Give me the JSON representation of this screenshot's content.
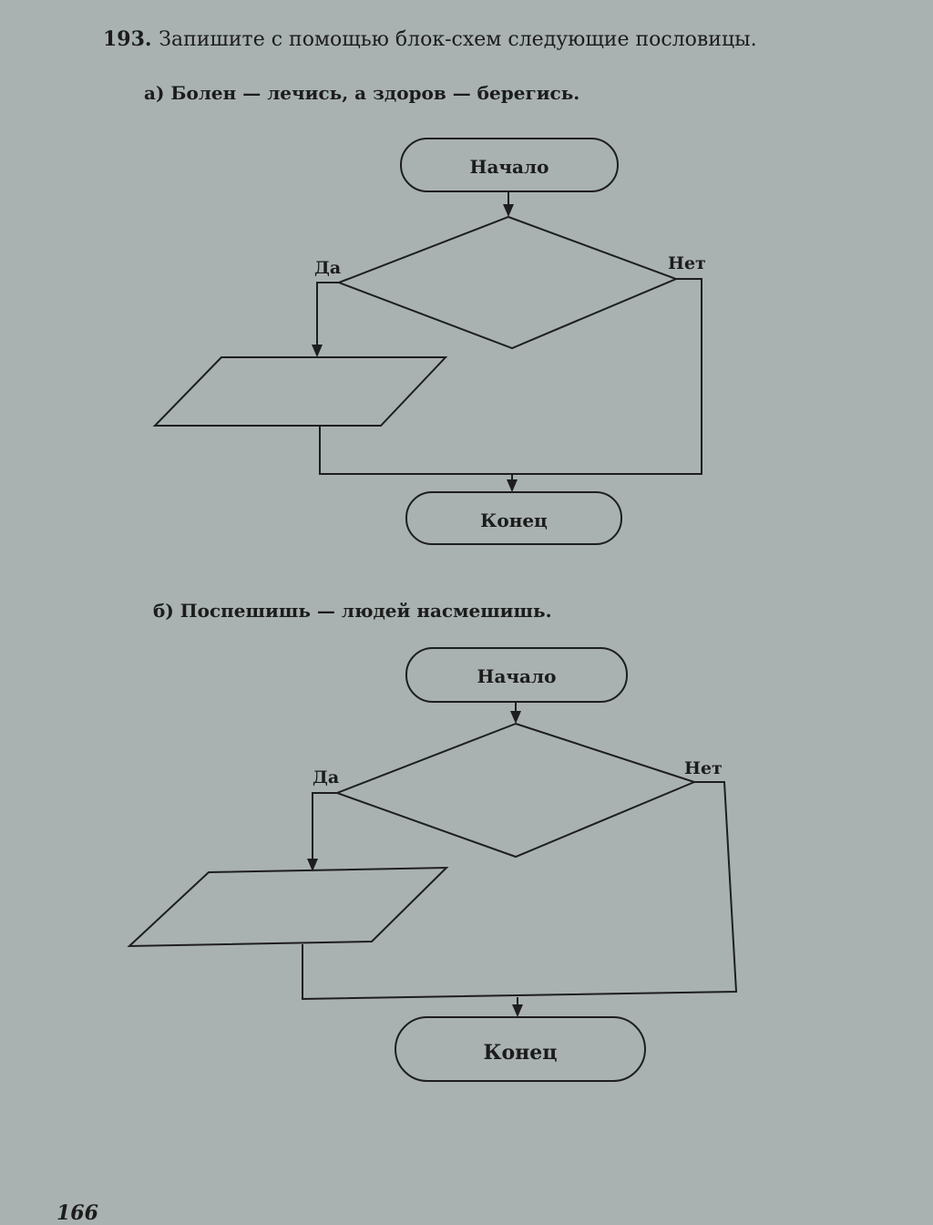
{
  "exercise": {
    "number": "193.",
    "title": "Запишите с помощью блок-схем следующие пословицы."
  },
  "part_a": {
    "label": "а) Болен — лечись, а здоров — берегись.",
    "start": "Начало",
    "yes": "Да",
    "no": "Нет",
    "end": "Конец"
  },
  "part_b": {
    "label": "б) Поспешишь — людей насмешишь.",
    "start": "Начало",
    "yes": "Да",
    "no": "Нет",
    "end": "Конец"
  },
  "page_number": "166"
}
